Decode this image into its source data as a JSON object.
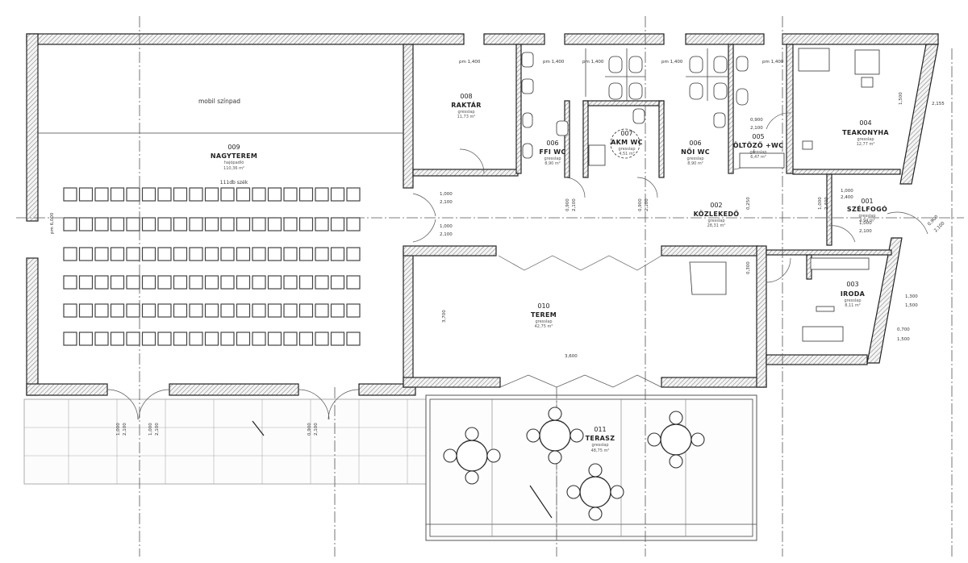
{
  "rooms": [
    {
      "id": "r001",
      "number": "001",
      "name": "SZÉLFOGÓ",
      "floor": "gresslap",
      "area": "4,94 m²"
    },
    {
      "id": "r002",
      "number": "002",
      "name": "KÖZLEKEDŐ",
      "floor": "gresslap",
      "area": "28,31 m²"
    },
    {
      "id": "r003",
      "number": "003",
      "name": "IRODA",
      "floor": "gresslap",
      "area": "8,11 m²"
    },
    {
      "id": "r004",
      "number": "004",
      "name": "TEAKONYHA",
      "floor": "gresslap",
      "area": "12,77 m²"
    },
    {
      "id": "r005",
      "number": "005",
      "name": "ÖLTÖZŐ +WC",
      "floor": "gresslap",
      "area": "6,47 m²"
    },
    {
      "id": "r006a",
      "number": "006",
      "name": "FFI WC",
      "floor": "gresslap",
      "area": "8,90 m²"
    },
    {
      "id": "r006b",
      "number": "006",
      "name": "NŐI WC",
      "floor": "gresslap",
      "area": "8,90 m²"
    },
    {
      "id": "r007",
      "number": "007",
      "name": "AKM WC",
      "floor": "gresslap",
      "area": "4,51 m²"
    },
    {
      "id": "r008",
      "number": "008",
      "name": "RAKTÁR",
      "floor": "gresslap",
      "area": "11,73 m²"
    },
    {
      "id": "r009",
      "number": "009",
      "name": "NAGYTEREM",
      "floor": "hajópadló",
      "area": "110,36 m²"
    },
    {
      "id": "r010",
      "number": "010",
      "name": "TEREM",
      "floor": "gresslap",
      "area": "42,75 m²"
    },
    {
      "id": "r011",
      "number": "011",
      "name": "TERASZ",
      "floor": "gresslap",
      "area": "48,75 m²"
    }
  ],
  "notes": {
    "stage": "mobil színpad",
    "seats": "111db szék"
  },
  "dimensions": [
    "1,000",
    "2,100",
    "1,000",
    "2,100",
    "1,000",
    "2,100",
    "1,000",
    "2,100",
    "0,900",
    "2,100",
    "0,900",
    "2,100",
    "0,900",
    "2,100",
    "0,900",
    "2,100",
    "1,000",
    "2,400",
    "1,000",
    "2,400",
    "1,000",
    "2,100",
    "1,300",
    "1,500",
    "0,700",
    "1,500",
    "0,900",
    "2,100",
    "pm 1,400",
    "pm 1,400",
    "pm 1,400",
    "pm 1,400",
    "pm 1,400",
    "3,700",
    "3,600",
    "2,155",
    "1,500",
    "pm 6,000",
    "0,300",
    "0,250"
  ]
}
